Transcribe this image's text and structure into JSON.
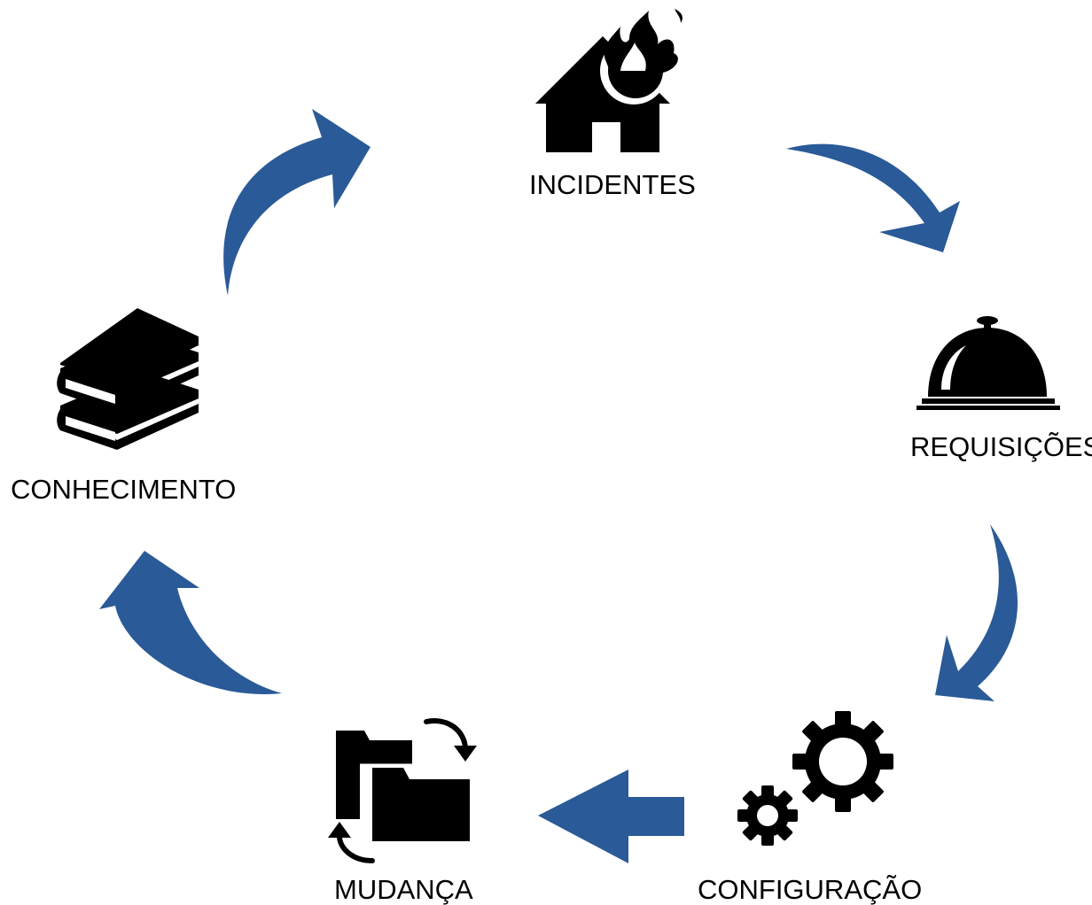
{
  "diagram": {
    "arrow_color": "#2a5a97",
    "icon_color": "#000000",
    "nodes": [
      {
        "id": "incidentes",
        "label": "INCIDENTES",
        "icon": "burning-house-icon"
      },
      {
        "id": "requisicoes",
        "label": "REQUISIÇÕES",
        "icon": "service-bell-icon"
      },
      {
        "id": "configuracao",
        "label": "CONFIGURAÇÃO",
        "icon": "gears-icon"
      },
      {
        "id": "mudanca",
        "label": "MUDANÇA",
        "icon": "folders-swap-icon"
      },
      {
        "id": "conhecimento",
        "label": "CONHECIMENTO",
        "icon": "books-icon"
      }
    ],
    "flow": [
      "incidentes → requisicoes",
      "requisicoes → configuracao",
      "configuracao → mudanca",
      "mudanca → conhecimento",
      "conhecimento → incidentes"
    ]
  }
}
